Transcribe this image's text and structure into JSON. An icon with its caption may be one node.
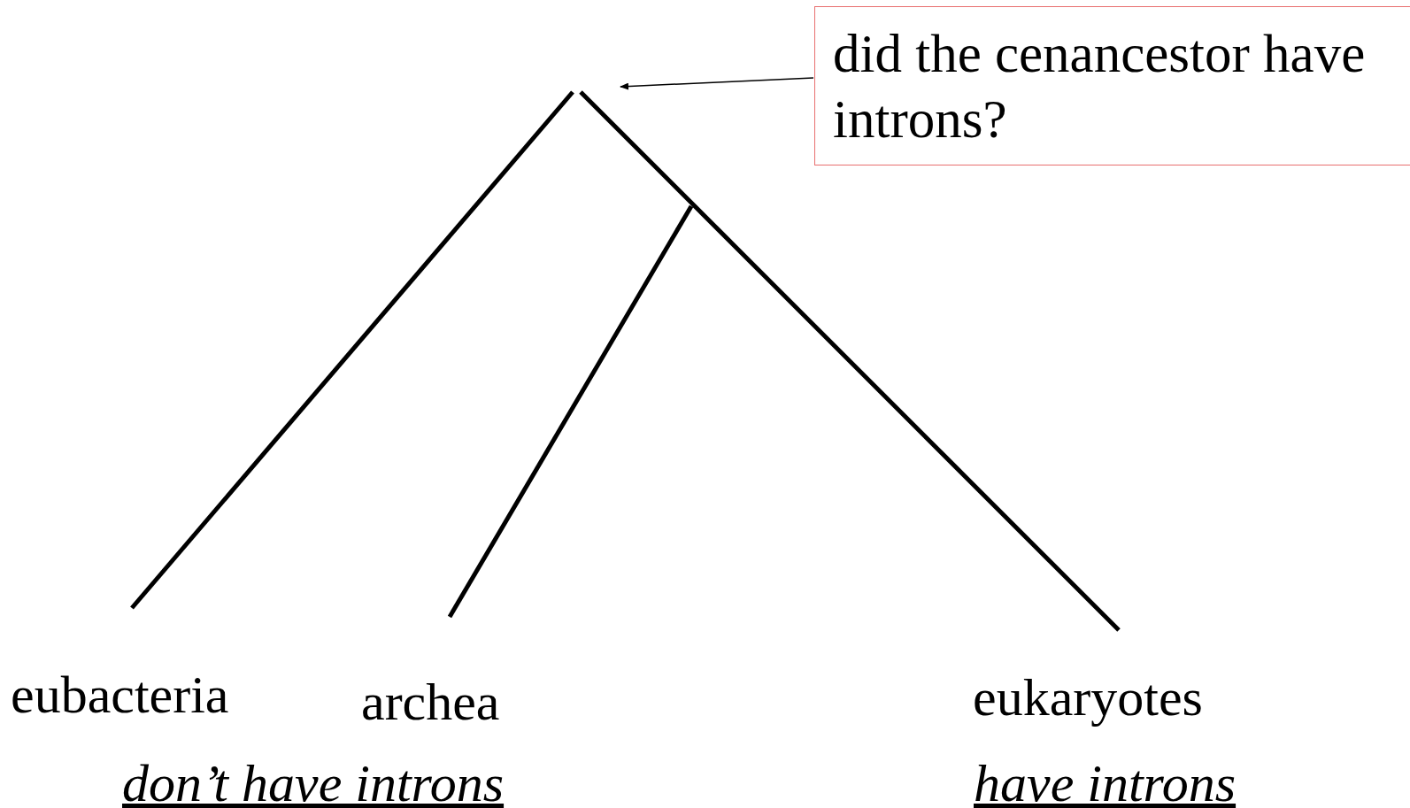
{
  "diagram": {
    "nodes": [
      {
        "text": [
          "did the cenancestor have introns?"
        ]
      },
      {
        "text": [],
        "shape": "picture"
      }
    ],
    "edges": [
      {
        "from": 0,
        "to": 1,
        "arrow": "to"
      }
    ],
    "labels": [
      "eubacteria",
      "archea",
      "eukaryotes",
      "don’t have introns",
      "have introns"
    ]
  }
}
